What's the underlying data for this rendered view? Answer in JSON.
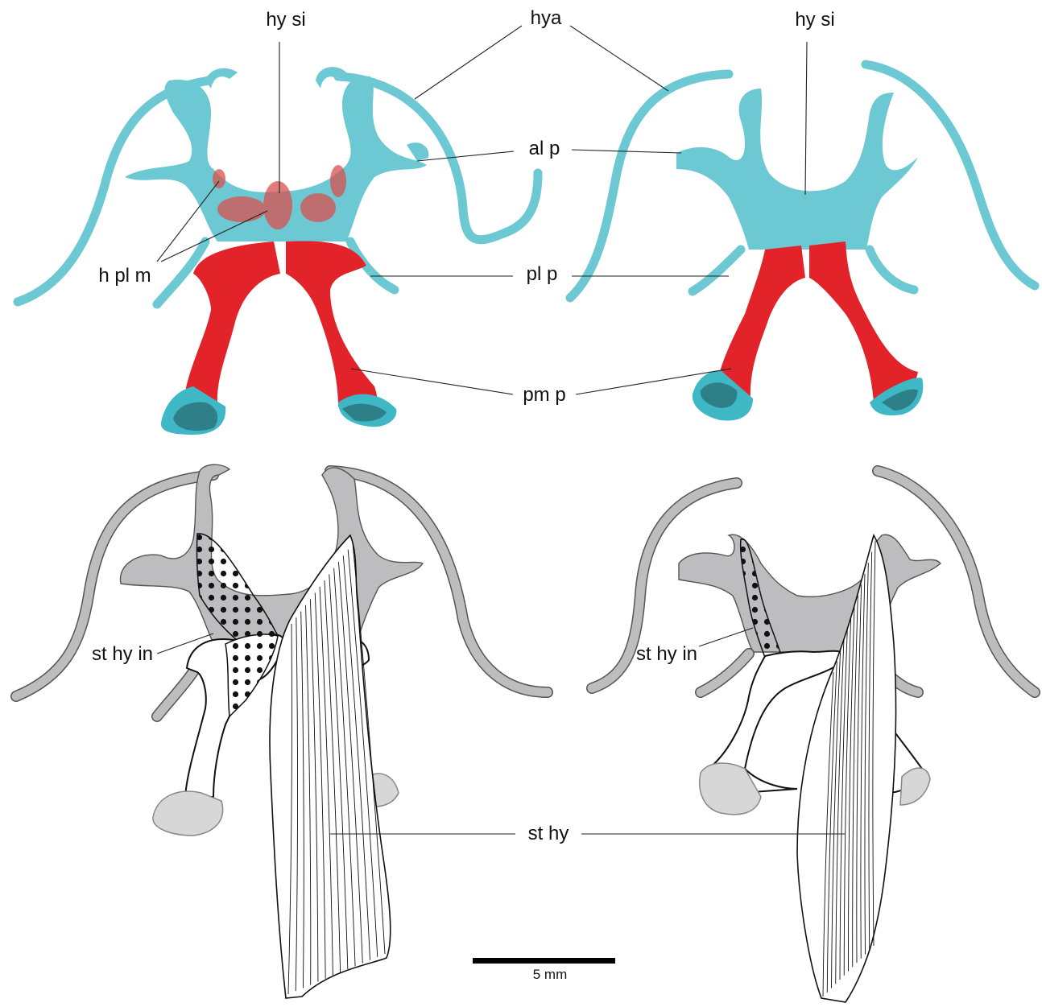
{
  "labels": {
    "hy_si_left": "hy si",
    "hya": "hya",
    "hy_si_right": "hy si",
    "al_p": "al p",
    "h_pl_m": "h pl m",
    "pl_p": "pl p",
    "pm_p": "pm p",
    "st_hy_in_left": "st hy in",
    "st_hy_in_right": "st hy in",
    "st_hy": "st hy"
  },
  "scale_bar": {
    "label": "5 mm"
  },
  "colors": {
    "cartilage": "#6cc8d2",
    "muscle": "#e2232a",
    "bone_tip": "#2f7f89",
    "drawing_gray": "#bdbdc0"
  }
}
